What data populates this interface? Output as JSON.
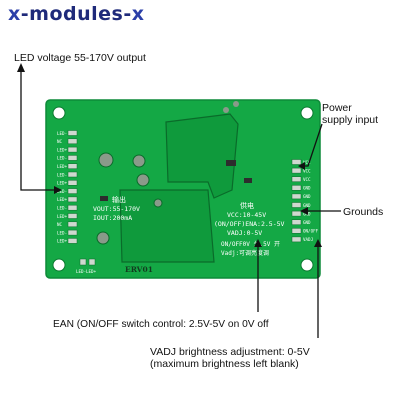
{
  "header": {
    "brand_prefix": "x",
    "brand_middle": "-modules-",
    "brand_suffix": "x"
  },
  "annotations": {
    "led_voltage": "LED voltage 55-170V output",
    "power_line1": "Power",
    "power_line2": "supply input",
    "grounds": "Grounds",
    "ean": "EAN (ON/OFF switch control: 2.5V-5V on 0V off",
    "vadj": "VADJ brightness adjustment: 0-5V",
    "vadj_note": "(maximum brightness left blank)"
  },
  "board": {
    "model": "ERV01",
    "output_title": "输出",
    "vout": "VOUT:55-170V",
    "iout": "IOUT:200mA",
    "power_title": "供电",
    "vcc": "VCC:10-45V",
    "ena": "(ON/OFF)ENA:2.5-5V",
    "vadj": "VADJ:0-5V",
    "onoff": "ON/OFF0V 关,5V 开",
    "vadj_cn": "Vadj:可调亮度调",
    "left_pins": [
      "LED-",
      "NC",
      "LED+",
      "LED-",
      "LED+",
      "LED-",
      "LED+",
      "LED-",
      "LED+",
      "LED-",
      "LED+",
      "NC",
      "LED-",
      "LED+"
    ],
    "right_pins": [
      "VCC",
      "VCC",
      "VCC",
      "GND",
      "GND",
      "GND",
      "GND",
      "GND",
      "ON/OFF",
      "VADJ"
    ],
    "bottom_pins": [
      "LED-",
      "LED+"
    ]
  },
  "colors": {
    "pcb": "#14a845",
    "pcb_dark": "#0b7a30",
    "pcb_edge": "#0d8a38",
    "brand": "#1f2a7a",
    "line": "#111111",
    "pad": "#cfd8cf"
  }
}
